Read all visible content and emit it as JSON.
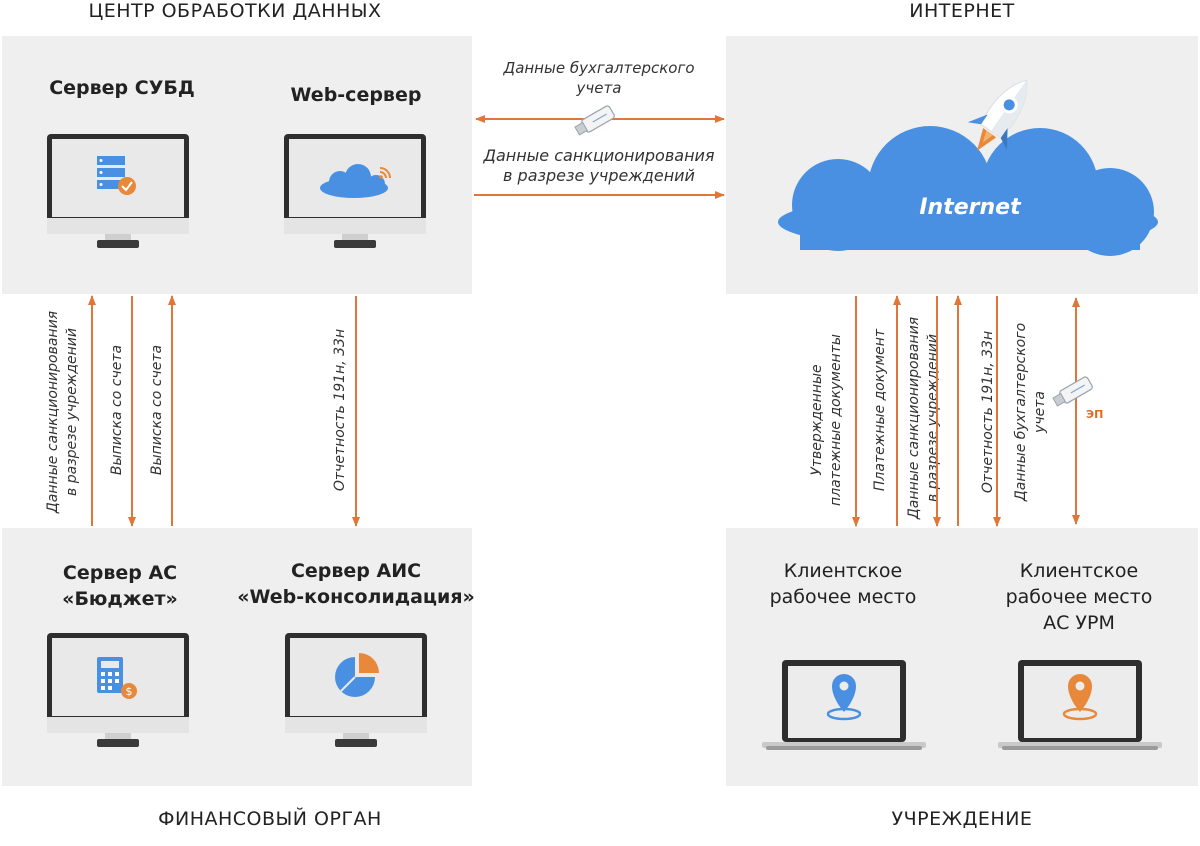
{
  "zones": {
    "data_center": "ЦЕНТР ОБРАБОТКИ ДАННЫХ",
    "internet": "ИНТЕРНЕТ",
    "financial_body": "ФИНАНСОВЫЙ ОРГАН",
    "institution": "УЧРЕЖДЕНИЕ"
  },
  "nodes": {
    "dbms_server": "Сервер СУБД",
    "web_server": "Web-сервер",
    "as_budget_line1": "Сервер АС",
    "as_budget_line2": "«Бюджет»",
    "ais_web_line1": "Сервер АИС",
    "ais_web_line2": "«Web-консолидация»",
    "client_line1": "Клиентское",
    "client_line2": "рабочее место",
    "client_urm_line1": "Клиентское",
    "client_urm_line2": "рабочее место",
    "client_urm_line3": "АС УРМ",
    "internet_cloud": "Internet"
  },
  "flows": {
    "accounting_line1": "Данные бухгалтерского",
    "accounting_line2": "учета",
    "sanction_line1": "Данные санкционирования",
    "sanction_line2": "в разрезе учреждений",
    "left_sanction_line1": "Данные санкционирования",
    "left_sanction_line2": "в разрезе учреждений",
    "left_statement1": "Выписка со счета",
    "left_statement2": "Выписка со счета",
    "left_report": "Отчетность 191н, 33н",
    "right_approved_line1": "Утвержденные",
    "right_approved_line2": "платежные документы",
    "right_payment": "Платежные документ",
    "right_sanction_line1": "Данные санкционирования",
    "right_sanction_line2": "в разрезе учреждений",
    "right_report": "Отчетность 191н, 33н",
    "right_accounting_line1": "Данные бухгалтерского",
    "right_accounting_line2": "учета",
    "ep": "ЭП"
  },
  "colors": {
    "arrow": "#e0773a",
    "blue": "#4a90e2",
    "orange": "#e8883a",
    "zone_bg": "#efefef"
  }
}
